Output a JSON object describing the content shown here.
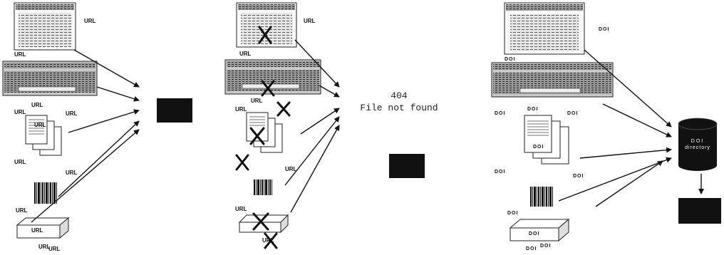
{
  "panel_broken": {
    "page_url_label": "URL",
    "error_code": "404",
    "error_text": "File not found"
  },
  "panel_doi": {
    "directory_label_line1": "DOI",
    "directory_label_line2": "directory"
  },
  "labels": {
    "url": "URL",
    "doi": "DOI"
  }
}
